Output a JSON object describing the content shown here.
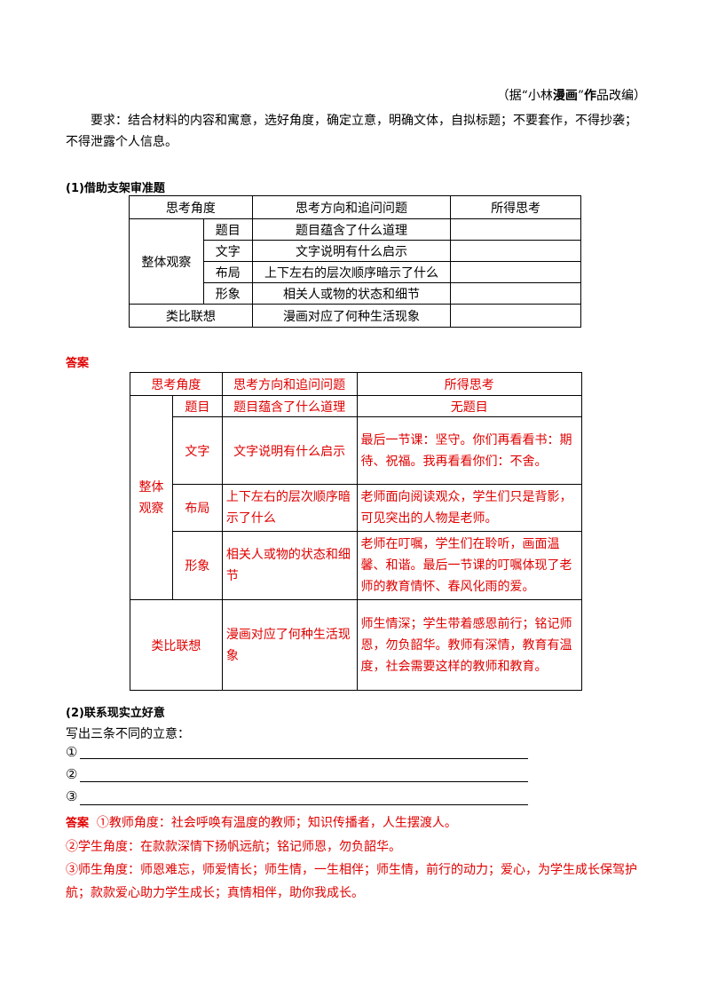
{
  "source": {
    "prefix": "（据“",
    "mid_normal": "小林",
    "mid_bold": "漫画",
    "close": "”",
    "suffix_bold": "作",
    "suffix": "品改编）"
  },
  "requirement": "要求：结合材料的内容和寓意，选好角度，确定立意，明确文体，自拟标题；不要套作，不得抄袭；不得泄露个人信息。",
  "section1_heading": "(1)借助支架审准题",
  "table1": {
    "headers": [
      "思考角度",
      "思考方向和追问问题",
      "所得思考"
    ],
    "group": "整体观察",
    "rows": [
      {
        "sub": "题目",
        "q": "题目蕴含了什么道理"
      },
      {
        "sub": "文字",
        "q": "文字说明有什么启示"
      },
      {
        "sub": "布局",
        "q": "上下左右的层次顺序暗示了什么"
      },
      {
        "sub": "形象",
        "q": "相关人或物的状态和细节"
      }
    ],
    "last": {
      "label": "类比联想",
      "q": "漫画对应了何种生活现象"
    }
  },
  "answer_label": "答案",
  "table2": {
    "headers": [
      "思考角度",
      "思考方向和追问问题",
      "所得思考"
    ],
    "group": "整体观察",
    "rows": [
      {
        "sub": "题目",
        "q": "题目蕴含了什么道理",
        "a": "无题目"
      },
      {
        "sub": "文字",
        "q": "文字说明有什么启示",
        "a": "最后一节课：坚守。你们再看看书：期待、祝福。我再看看你们：不舍。"
      },
      {
        "sub": "布局",
        "q": "上下左右的层次顺序暗示了什么",
        "a": "老师面向阅读观众，学生们只是背影，可见突出的人物是老师。"
      },
      {
        "sub": "形象",
        "q": "相关人或物的状态和细节",
        "a": "老师在叮嘱，学生们在聆听，画面温馨、和谐。最后一节课的叮嘱体现了老师的教育情怀、春风化雨的爱。"
      }
    ],
    "last": {
      "label": "类比联想",
      "q": "漫画对应了何种生活现象",
      "a": "师生情深；学生带着感恩前行；铭记师恩，勿负韶华。教师有深情，教育有温度，社会需要这样的教师和教育。"
    }
  },
  "section2_heading": "(2)联系现实立好意",
  "section2_prompt": "写出三条不同的立意：",
  "blanks": [
    "①",
    "②",
    "③"
  ],
  "answers": {
    "label": "答案",
    "items": [
      "①教师角度：社会呼唤有温度的教师；知识传播者，人生摆渡人。",
      "②学生角度：在款款深情下扬帆远航；铭记师恩，勿负韶华。",
      "③师生角度：师恩难忘，师爱情长；师生情，一生相伴；师生情，前行的动力；爱心，为学生成长保驾护航；款款爱心助力学生成长；真情相伴，助你我成长。"
    ]
  }
}
